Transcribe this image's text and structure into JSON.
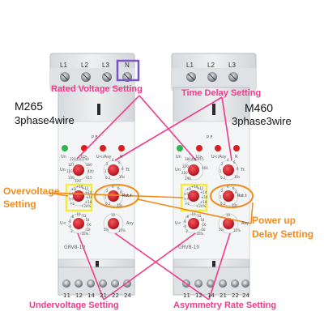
{
  "left_device": {
    "top_terminals": [
      "L1",
      "L2",
      "L3",
      "N"
    ],
    "model": "M265",
    "config": "3phase4wire",
    "front_labels": {
      "p_f": "P F",
      "un": "Un",
      "u_gt": "U>",
      "u_asy": "U</Asy",
      "r": "R",
      "un_dial": "Un",
      "tt": "Tt",
      "u_over": "U>",
      "rst_t": "Rst.t",
      "u_under": "U<",
      "asy": "Asy"
    },
    "dial_scales": {
      "un": [
        "220",
        "230",
        "240",
        "127",
        "110",
        "100",
        "120",
        "415",
        "400",
        "380"
      ],
      "tt": [
        "0.1",
        "1",
        "2",
        "4",
        "6",
        "8",
        "10s"
      ],
      "over": [
        "+2",
        "+4",
        "+6",
        "+8",
        "+10",
        "+12",
        "+14",
        "+16",
        "+18",
        "+20%"
      ],
      "rst": [
        "0.1",
        "1",
        "2",
        "4",
        "6",
        "8",
        "10s"
      ],
      "under": [
        "-2",
        "-4",
        "-6",
        "-8",
        "-10",
        "-12",
        "-14",
        "-16",
        "-18",
        "-20%"
      ],
      "asy": [
        "5%",
        "10",
        "15%"
      ]
    },
    "part_no": "GRV8-10",
    "bottom_terminals": [
      "11",
      "12",
      "14",
      "21",
      "22",
      "24"
    ]
  },
  "right_device": {
    "top_terminals": [
      "L1",
      "L2",
      "L3"
    ],
    "model": "M460",
    "config": "3phase3wire",
    "front_labels": {
      "p_f": "P F",
      "un": "Un",
      "u_gt": "U>",
      "u_asy": "U</Asy",
      "r": "R",
      "un_dial": "Un",
      "tt": "Tt",
      "u_over": "U>",
      "rst_t": "Rst.t",
      "u_under": "U<",
      "asy": "Asy"
    },
    "dial_scales": {
      "un": [
        "380",
        "400",
        "415",
        "220",
        "230",
        "240",
        "460"
      ],
      "tt": [
        "0.1",
        "1",
        "2",
        "4",
        "6",
        "8",
        "10s"
      ],
      "over": [
        "+2",
        "+4",
        "+6",
        "+8",
        "+10",
        "+12",
        "+14",
        "+16",
        "+18",
        "+20%"
      ],
      "rst": [
        "0.1",
        "1",
        "2",
        "4",
        "6",
        "8",
        "10s"
      ],
      "under": [
        "-2",
        "-4",
        "-6",
        "-8",
        "-10",
        "-12",
        "-14",
        "-16",
        "-18",
        "-20%"
      ],
      "asy": [
        "5%",
        "10",
        "15%"
      ]
    },
    "part_no": "GRV8-10",
    "bottom_terminals": [
      "11",
      "12",
      "14",
      "21",
      "22",
      "24"
    ]
  },
  "annotations": {
    "rated_voltage": "Rated Voltage Setting",
    "time_delay": "Time Delay Setting",
    "overvoltage_line1": "Overvoltage",
    "overvoltage_line2": "Setting",
    "powerup_line1": "Power up",
    "powerup_line2": "Delay Setting",
    "undervoltage": "Undervoltage Setting",
    "asymmetry_rate": "Asymmetry Rate Setting"
  },
  "colors": {
    "annotation_pink": "#ee3c8c",
    "annotation_orange": "#f08c1e",
    "highlight_yellow": "#f2ec3a",
    "highlight_purple": "#7b55c8",
    "led_green": "#2fb54a",
    "led_red": "#d81e1e",
    "knob_red": "#c8202a"
  }
}
